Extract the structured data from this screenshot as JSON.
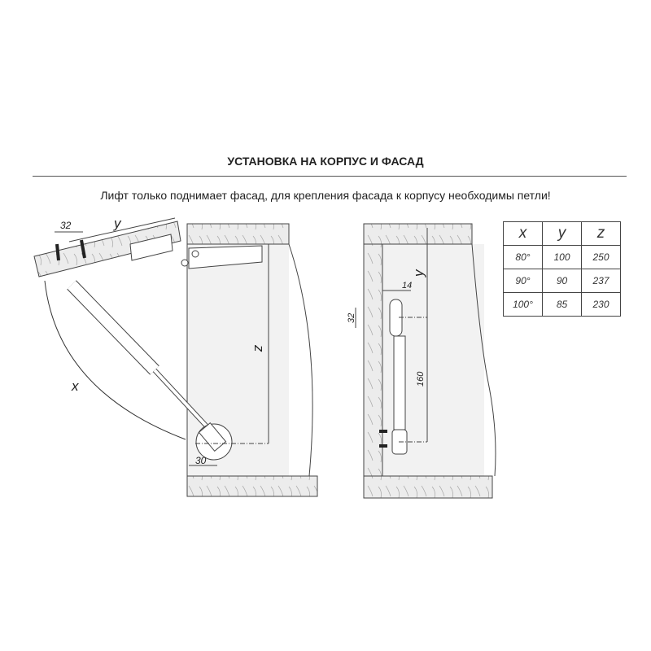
{
  "title": "УСТАНОВКА НА КОРПУС И ФАСАД",
  "subtitle": "Лифт только поднимает фасад, для крепления фасада к корпусу необходимы петли!",
  "left_diagram": {
    "dim_32": "32",
    "dim_y": "y",
    "dim_z": "z",
    "dim_x": "x",
    "dim_30": "30"
  },
  "middle_diagram": {
    "dim_y": "y",
    "dim_14": "14",
    "dim_32": "32",
    "dim_160": "160"
  },
  "table": {
    "headers": [
      "x",
      "y",
      "z"
    ],
    "rows": [
      [
        "80°",
        "100",
        "250"
      ],
      [
        "90°",
        "90",
        "237"
      ],
      [
        "100°",
        "85",
        "230"
      ]
    ]
  }
}
